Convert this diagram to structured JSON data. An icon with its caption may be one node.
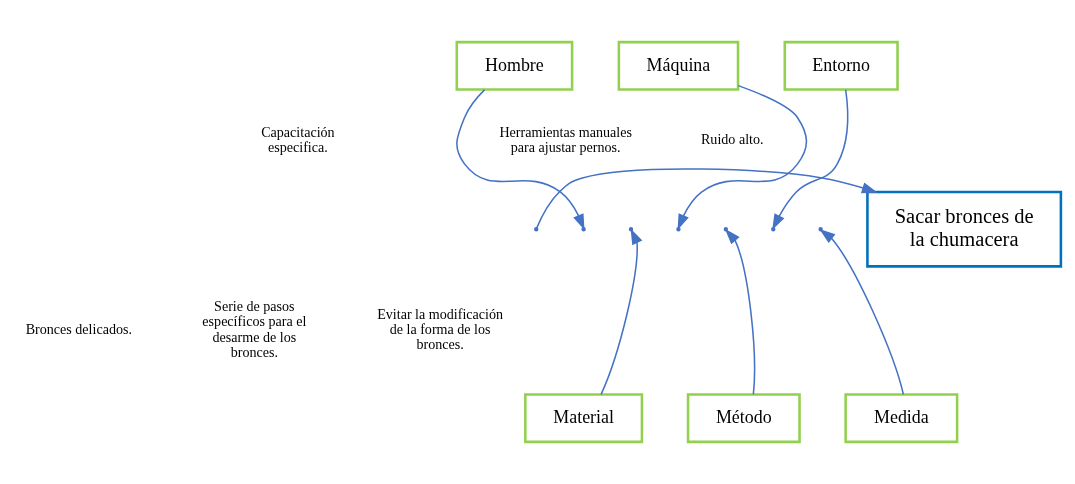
{
  "diagram": {
    "nodes": [
      {
        "text": [
          "Hombre"
        ]
      },
      {
        "text": [
          "Máquina"
        ]
      },
      {
        "text": [
          "Entorno"
        ]
      },
      {
        "text": [
          "Sacar bronces de la chumacera"
        ]
      },
      {
        "text": [
          "Material"
        ]
      },
      {
        "text": [
          "Método"
        ]
      },
      {
        "text": [
          "Medida"
        ]
      }
    ],
    "edges": [
      {
        "from": 0,
        "to": null,
        "arrow": "to"
      },
      {
        "from": 1,
        "to": null,
        "arrow": "to"
      },
      {
        "from": 2,
        "to": null,
        "arrow": "to"
      },
      {
        "from": 4,
        "to": null,
        "arrow": "to"
      },
      {
        "from": 5,
        "to": null,
        "arrow": "to"
      },
      {
        "from": 6,
        "to": null,
        "arrow": "to"
      },
      {
        "from": null,
        "to": 3,
        "arrow": "to"
      }
    ],
    "labels": [
      "Capacitación especifica.",
      "Herramientas manuales para ajustar pernos.",
      "Ruido alto.",
      "Bronces delicados.",
      "Serie de pasos específicos para el desarme de los bronces.",
      "Evitar la modificación de la forma de los bronces."
    ]
  }
}
